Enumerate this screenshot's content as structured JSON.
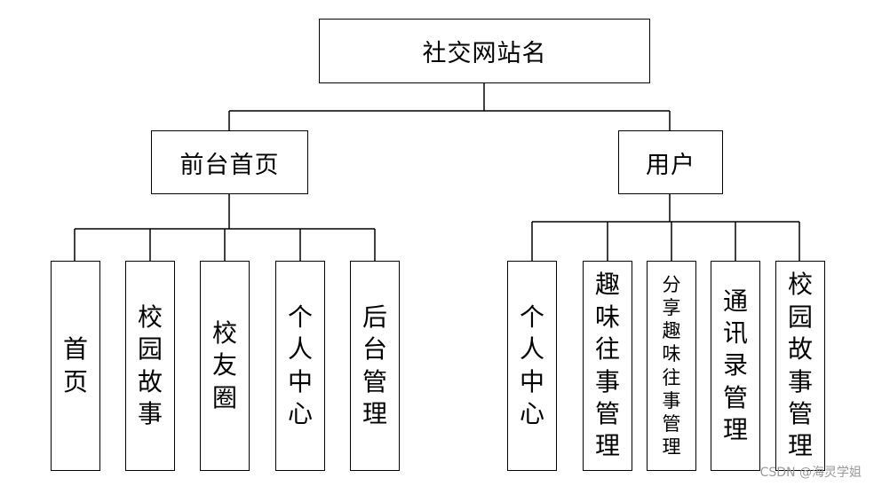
{
  "root": {
    "label": "社交网站名"
  },
  "branches": [
    {
      "label": "前台首页",
      "children": [
        "首页",
        "校园故事",
        "校友圈",
        "个人中心",
        "后台管理"
      ]
    },
    {
      "label": "用户",
      "children": [
        "个人中心",
        "趣味往事管理",
        "分享趣味往事管理",
        "通讯录管理",
        "校园故事管理"
      ]
    }
  ],
  "watermark": "CSDN @海灵学姐",
  "colors": {
    "line": "#000000",
    "box_border": "#000000",
    "watermark": "#9a9a9a"
  }
}
